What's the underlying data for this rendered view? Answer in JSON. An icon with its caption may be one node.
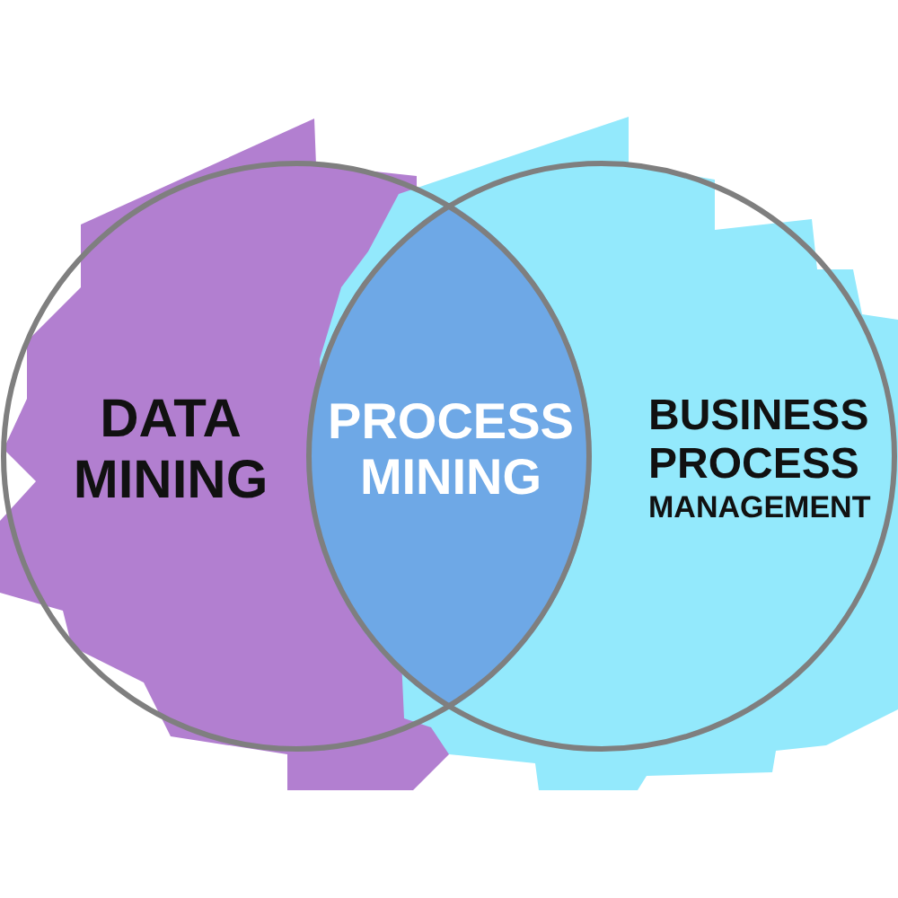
{
  "diagram": {
    "nodes": [
      {
        "text": [
          "DATA MINING"
        ]
      },
      {
        "text": [
          "PROCESS MINING"
        ]
      },
      {
        "text": [
          "BUSINESS PROCESS",
          "MANAGEMENT"
        ]
      }
    ]
  }
}
